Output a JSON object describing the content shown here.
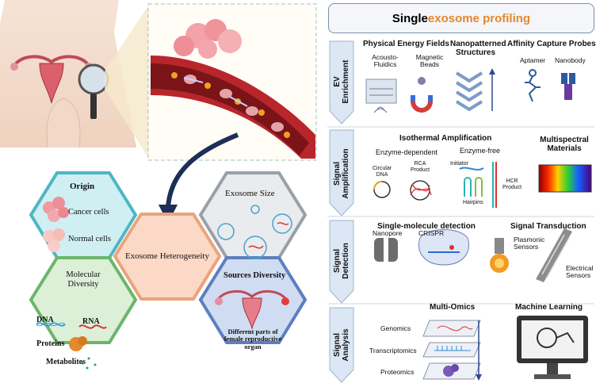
{
  "right_panel": {
    "title_part1": "Single ",
    "title_part2": "exosome profiling",
    "title_accent_color": "#e6862b",
    "stages": [
      {
        "label_l1": "EV",
        "label_l2": "Enrichment"
      },
      {
        "label_l1": "Signal",
        "label_l2": "Amplification"
      },
      {
        "label_l1": "Signal",
        "label_l2": "Detection"
      },
      {
        "label_l1": "Signal",
        "label_l2": "Analysis"
      }
    ],
    "enrichment": {
      "physical_title": "Physical Energy Fields",
      "acousto_l1": "Acousto-",
      "acousto_l2": "Fluidics",
      "magnetic_l1": "Magnetic",
      "magnetic_l2": "Beads",
      "nano_l1": "Nanopatterned",
      "nano_l2": "Structures",
      "affinity_title": "Affinity Capture Probes",
      "aptamer": "Aptamer",
      "nanobody": "Nanobody"
    },
    "amplification": {
      "title": "Isothermal Amplification",
      "enzyme_dependent": "Enzyme-dependent",
      "enzyme_free": "Enzyme-free",
      "circular_l1": "Circular",
      "circular_l2": "DNA",
      "rca_l1": "RCA",
      "rca_l2": "Product",
      "initiator": "Initiator",
      "hairpins": "Hairpins",
      "hcr_l1": "HCR",
      "hcr_l2": "Product",
      "multispectral_l1": "Multispectral",
      "multispectral_l2": "Materials"
    },
    "detection": {
      "single_molecule_title": "Single-molecule detection",
      "nanopore": "Nanopore",
      "crispr": "CRISPR",
      "transduction_title": "Signal Transduction",
      "plasmonic_l1": "Plasmonic",
      "plasmonic_l2": "Sensors",
      "electrical_l1": "Electrical",
      "electrical_l2": "Sensors"
    },
    "analysis": {
      "multiomics_title": "Multi-Omics",
      "genomics": "Genomics",
      "transcriptomics": "Transcriptomics",
      "proteomics": "Proteomics",
      "ml_title": "Machine Learning"
    }
  },
  "left_panel": {
    "center_label": "Exosome Heterogeneity",
    "origin": {
      "title": "Origin",
      "cancer": "Cancer  cells",
      "normal": "Normal cells"
    },
    "size": {
      "title": "Exosome Size"
    },
    "molecular": {
      "title_l1": "Molecular",
      "title_l2": "Diversity",
      "dna": "DNA",
      "rna": "RNA",
      "proteins": "Proteins",
      "metabolites": "Metabolites"
    },
    "sources": {
      "title": "Sources Diversity",
      "desc_l1": "Different parts of",
      "desc_l2": "female reproductive",
      "desc_l3": "organ"
    }
  },
  "colors": {
    "origin_hex": "#cfeff3",
    "size_hex": "#e9ebee",
    "center_hex": "#fbd9c6",
    "molecular_hex": "#dcefd7",
    "sources_hex": "#cfdcf2",
    "stage_arrow": "#dbe7f4",
    "vessel": "#b8262c"
  }
}
